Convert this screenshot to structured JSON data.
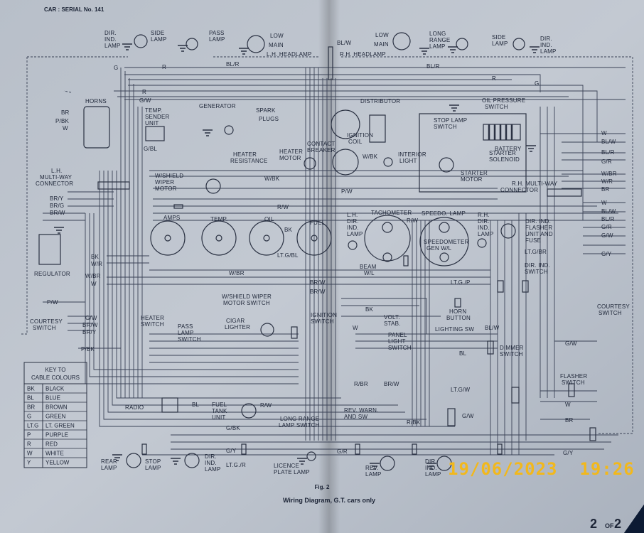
{
  "header": {
    "serial": "CAR : SERIAL No. 141"
  },
  "figure": {
    "number": "Fig. 2",
    "caption": "Wiring Diagram, G.T. cars only"
  },
  "page_marker": {
    "current": "2",
    "of": "OF",
    "total": "2"
  },
  "timestamp": "19/06/2023  19:26",
  "key": {
    "title_line1": "KEY TO",
    "title_line2": "CABLE COLOURS",
    "rows": [
      {
        "code": "BK",
        "name": "BLACK"
      },
      {
        "code": "BL",
        "name": "BLUE"
      },
      {
        "code": "BR",
        "name": "BROWN"
      },
      {
        "code": "G",
        "name": "GREEN"
      },
      {
        "code": "LT.G",
        "name": "LT. GREEN"
      },
      {
        "code": "P",
        "name": "PURPLE"
      },
      {
        "code": "R",
        "name": "RED"
      },
      {
        "code": "W",
        "name": "WHITE"
      },
      {
        "code": "Y",
        "name": "YELLOW"
      }
    ]
  },
  "components": {
    "dir_ind_lamp_lf_1": "DIR.",
    "dir_ind_lamp_lf_2": "IND.",
    "dir_ind_lamp_lf_3": "LAMP",
    "side_lamp_l_1": "SIDE",
    "side_lamp_l_2": "LAMP",
    "pass_lamp_1": "PASS",
    "pass_lamp_2": "LAMP",
    "lh_low": "LOW",
    "lh_main": "MAIN",
    "lh_headlamp": "L.H. HEADLAMP",
    "rh_low": "LOW",
    "rh_main": "MAIN",
    "rh_headlamp": "R.H. HEADLAMP",
    "long_range_1": "LONG",
    "long_range_2": "RANGE",
    "long_range_3": "LAMP",
    "side_lamp_r_1": "SIDE",
    "side_lamp_r_2": "LAMP",
    "dir_ind_lamp_rf_1": "DIR.",
    "dir_ind_lamp_rf_2": "IND.",
    "dir_ind_lamp_rf_3": "LAMP",
    "horns": "HORNS",
    "temp_sender_1": "TEMP.",
    "temp_sender_2": "SENDER",
    "temp_sender_3": "UNIT",
    "generator": "GENERATOR",
    "spark_1": "SPARK",
    "spark_2": "PLUGS",
    "distributor": "DISTRIBUTOR",
    "oil_pressure_1": "OIL PRESSURE",
    "oil_pressure_2": "SWITCH",
    "stop_lamp_sw_1": "STOP LAMP",
    "stop_lamp_sw_2": "SWITCH",
    "battery": "BATTERY",
    "ignition_coil_1": "IGNITION",
    "ignition_coil_2": "COIL",
    "contact_breaker_1": "CONTACT",
    "contact_breaker_2": "BREAKER",
    "heater_resistance_1": "HEATER",
    "heater_resistance_2": "RESISTANCE",
    "heater_motor_1": "HEATER",
    "heater_motor_2": "MOTOR",
    "interior_light_1": "INTERIOR",
    "interior_light_2": "LIGHT",
    "starter_solenoid_1": "STARTER",
    "starter_solenoid_2": "SOLENOID",
    "starter_motor_1": "STARTER",
    "starter_motor_2": "MOTOR",
    "lh_multiway_1": "L.H.",
    "lh_multiway_2": "MULTI-WAY",
    "lh_multiway_3": "CONNECTOR",
    "rh_multiway_1": "R.H. MULTI-WAY",
    "rh_multiway_2": "CONNECTOR",
    "wiper_motor_1": "W/SHIELD",
    "wiper_motor_2": "WIPER",
    "wiper_motor_3": "MOTOR",
    "amps": "AMPS",
    "temp": "TEMP.",
    "oil": "OIL",
    "fuel": "FUEL",
    "lh_dir_ind_1": "L.H.",
    "lh_dir_ind_2": "DIR.",
    "lh_dir_ind_3": "IND.",
    "lh_dir_ind_4": "LAMP",
    "tachometer": "TACHOMETER",
    "speedo_lamp": "SPEEDO. LAMP",
    "rh_dir_ind_1": "R.H.",
    "rh_dir_ind_2": "DIR.",
    "rh_dir_ind_3": "IND.",
    "rh_dir_ind_4": "LAMP",
    "flasher_unit_1": "DIR. IND.",
    "flasher_unit_2": "FLASHER",
    "flasher_unit_3": "UNIT AND",
    "flasher_unit_4": "FUSE",
    "speedometer_1": "SPEEDOMETER",
    "speedometer_2": "GEN W/L",
    "beam_1": "BEAM",
    "beam_2": "W/L",
    "dir_ind_switch_1": "DIR. IND.",
    "dir_ind_switch_2": "SWITCH",
    "regulator": "REGULATOR",
    "wiper_switch_1": "W/SHIELD WIPER",
    "wiper_switch_2": "MOTOR SWITCH",
    "courtesy_l_1": "COURTESY",
    "courtesy_l_2": "SWITCH",
    "courtesy_r_1": "COURTESY",
    "courtesy_r_2": "SWITCH",
    "heater_switch_1": "HEATER",
    "heater_switch_2": "SWITCH",
    "ignition_switch_1": "IGNITION",
    "ignition_switch_2": "SWITCH",
    "volt_stab_1": "VOLT.",
    "volt_stab_2": "STAB.",
    "horn_button_1": "HORN",
    "horn_button_2": "BUTTON",
    "pass_lamp_switch_1": "PASS",
    "pass_lamp_switch_2": "LAMP",
    "pass_lamp_switch_3": "SWITCH",
    "cigar_1": "CIGAR",
    "cigar_2": "LIGHTER",
    "panel_light_1": "PANEL",
    "panel_light_2": "LIGHT",
    "panel_light_3": "SWITCH",
    "lighting_sw": "LIGHTING SW",
    "dimmer_1": "DIMMER",
    "dimmer_2": "SWITCH",
    "flasher_switch_1": "FLASHER",
    "flasher_switch_2": "SWITCH",
    "radio": "RADIO",
    "fuel_tank_1": "FUEL",
    "fuel_tank_2": "TANK",
    "fuel_tank_3": "UNIT",
    "long_range_switch_1": "LONG RANGE",
    "long_range_switch_2": "LAMP SWITCH",
    "rev_warn_1": "REV. WARN.",
    "rev_warn_2": "AND SW",
    "rear_lamp_1": "REAR",
    "rear_lamp_2": "LAMP",
    "stop_lamp_1": "STOP",
    "stop_lamp_2": "LAMP",
    "dir_ind_rear_l_1": "DIR.",
    "dir_ind_rear_l_2": "IND.",
    "dir_ind_rear_l_3": "LAMP",
    "licence_1": "LICENCE",
    "licence_2": "PLATE LAMP",
    "rev_lamp_1": "REV.",
    "rev_lamp_2": "LAMP",
    "dir_ind_rear_r_1": "DIR.",
    "dir_ind_rear_r_2": "IND.",
    "dir_ind_rear_r_3": "LAMP"
  },
  "wire_codes": {
    "g_top": "G",
    "r_top": "R",
    "bl_r": "BL/R",
    "bl_w": "BL/W",
    "bl_r2": "BL/R",
    "g_r": "G",
    "r_r": "R",
    "r_1": "R",
    "g_w": "G/W",
    "br_1": "BR",
    "p_bk": "P/BK",
    "w_1": "W",
    "g_bl": "G/BL",
    "w_bk": "W/BK",
    "w_bk2": "W/BK",
    "r_right": "W",
    "bl_w_right": "BL/W",
    "bl_r_right": "BL/R",
    "g_r_right": "G/R",
    "w_br_right": "W/BR",
    "w_r_right": "W/R",
    "br_right": "BR",
    "w_r2": "W",
    "bl_w2": "BL/W",
    "bl_r3": "BL/R",
    "g_r2": "G/R",
    "g_w2": "G/W",
    "g_y": "G/Y",
    "br_y": "BR/Y",
    "br_g": "BR/G",
    "br_w": "BR/W",
    "bk_l": "BK",
    "w_r_l": "W/R",
    "w_br_l": "W/BR",
    "w_l": "W",
    "r_w": "R/W",
    "bk_m": "BK",
    "lt_g_bl": "LT.G/BL",
    "w_br_m": "W/BR",
    "br_w_m": "BR/W",
    "p_w": "P/W",
    "r_w2": "R/W",
    "br_w2": "BR/W",
    "p_w_l": "P/W",
    "g_w_l": "G/W",
    "br_w_l": "BR/W",
    "br_y_l": "BR/Y",
    "p_bk_l": "P/BK",
    "lt_g_br": "LT.G/BR",
    "lt_g_p": "LT.G./P",
    "w_mid": "W",
    "bk_mid": "BK",
    "r_br": "R/BR",
    "br_w3": "BR/W",
    "g_w_r": "G/W",
    "w_r3": "W",
    "br_r": "BR",
    "g_y_bot": "G/Y",
    "lt_g_w": "LT.G/W",
    "r_w_bot": "R/W",
    "g_bk": "G/BK",
    "g_w_bot": "G/W",
    "g_r_bot": "G/R",
    "g_y2": "G/Y",
    "lt_g_r": "LT.G./R",
    "bl_bot": "BL",
    "bl_w_sw": "BL/W",
    "bl_sw": "BL",
    "r_bk": "R/BK"
  }
}
